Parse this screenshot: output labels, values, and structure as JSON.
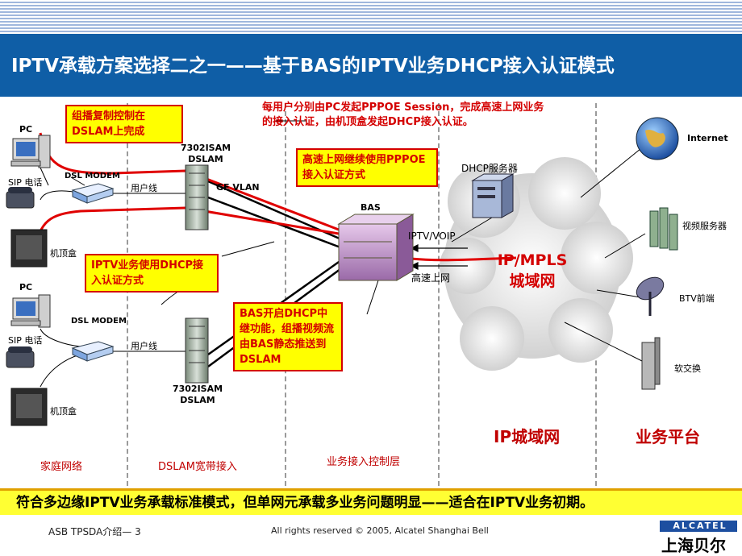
{
  "title": "IPTV承载方案选择二之一——基于BAS的IPTV业务DHCP接入认证模式",
  "notes": {
    "multicast": "组播复制控制在DSLAM上完成",
    "session": "每用户分别由PC发起PPPOE Session，完成高速上网业务的接入认证，由机顶盒发起DHCP接入认证。",
    "highspeed": "高速上网继续使用PPPOE接入认证方式",
    "iptv_dhcp": "IPTV业务使用DHCP接入认证方式",
    "bas_relay": "BAS开启DHCP中继功能，组播视频流由BAS静态推送到DSLAM"
  },
  "labels": {
    "pc1": "PC",
    "sip1": "SIP 电话",
    "modem1": "DSL MODEM",
    "line1": "用户线",
    "stb1": "机顶盒",
    "dslam1": "7302ISAM DSLAM",
    "gevlan": "GE VLAN",
    "pc2": "PC",
    "sip2": "SIP 电话",
    "modem2": "DSL MODEM",
    "line2": "用户线",
    "stb2": "机顶盒",
    "dslam2": "7302ISAM DSLAM",
    "bas": "BAS",
    "iptv_voip": "IPTV/VOIP",
    "highspeed_net": "高速上网",
    "dhcp_server": "DHCP服务器",
    "cloud_line1": "IP/MPLS",
    "cloud_line2": "城域网",
    "internet": "Internet",
    "video_server": "视频服务器",
    "btv": "BTV前端",
    "softswitch": "软交换"
  },
  "zones": {
    "home": "家庭网络",
    "dslam": "DSLAM宽带接入",
    "access": "业务接入控制层",
    "ip_metro": "IP城域网",
    "service": "业务平台"
  },
  "summary": "符合多边缘IPTV业务承载标准模式，但单网元承载多业务问题明显——适合在IPTV业务初期。",
  "footer": {
    "left": "ASB TPSDA介绍— 3",
    "center": "All rights reserved © 2005, Alcatel Shanghai Bell",
    "brand": "ALCATEL",
    "brand_cn": "上海贝尔"
  },
  "colors": {
    "title_bg": "#0f5ea6",
    "note_bg": "#ffff00",
    "note_text": "#d40000",
    "path_red": "#e00000"
  }
}
